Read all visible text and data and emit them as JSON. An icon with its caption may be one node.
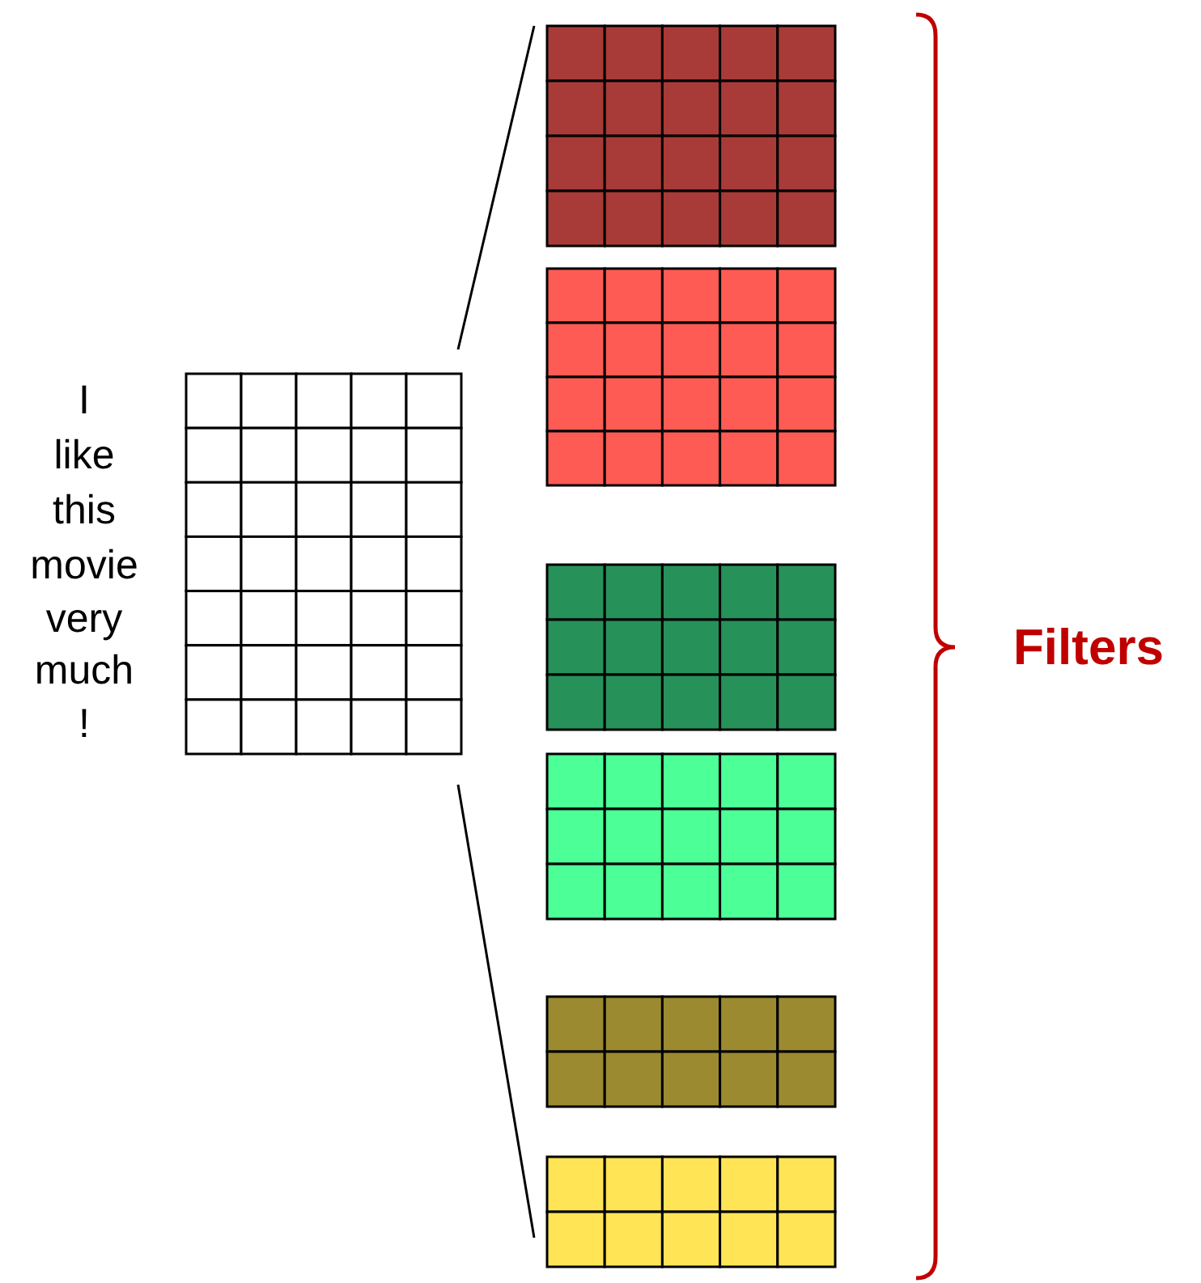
{
  "diagram": {
    "labels": [
      "I",
      "like",
      "this",
      "movie",
      "very",
      "much",
      "!",
      "Filters"
    ]
  }
}
